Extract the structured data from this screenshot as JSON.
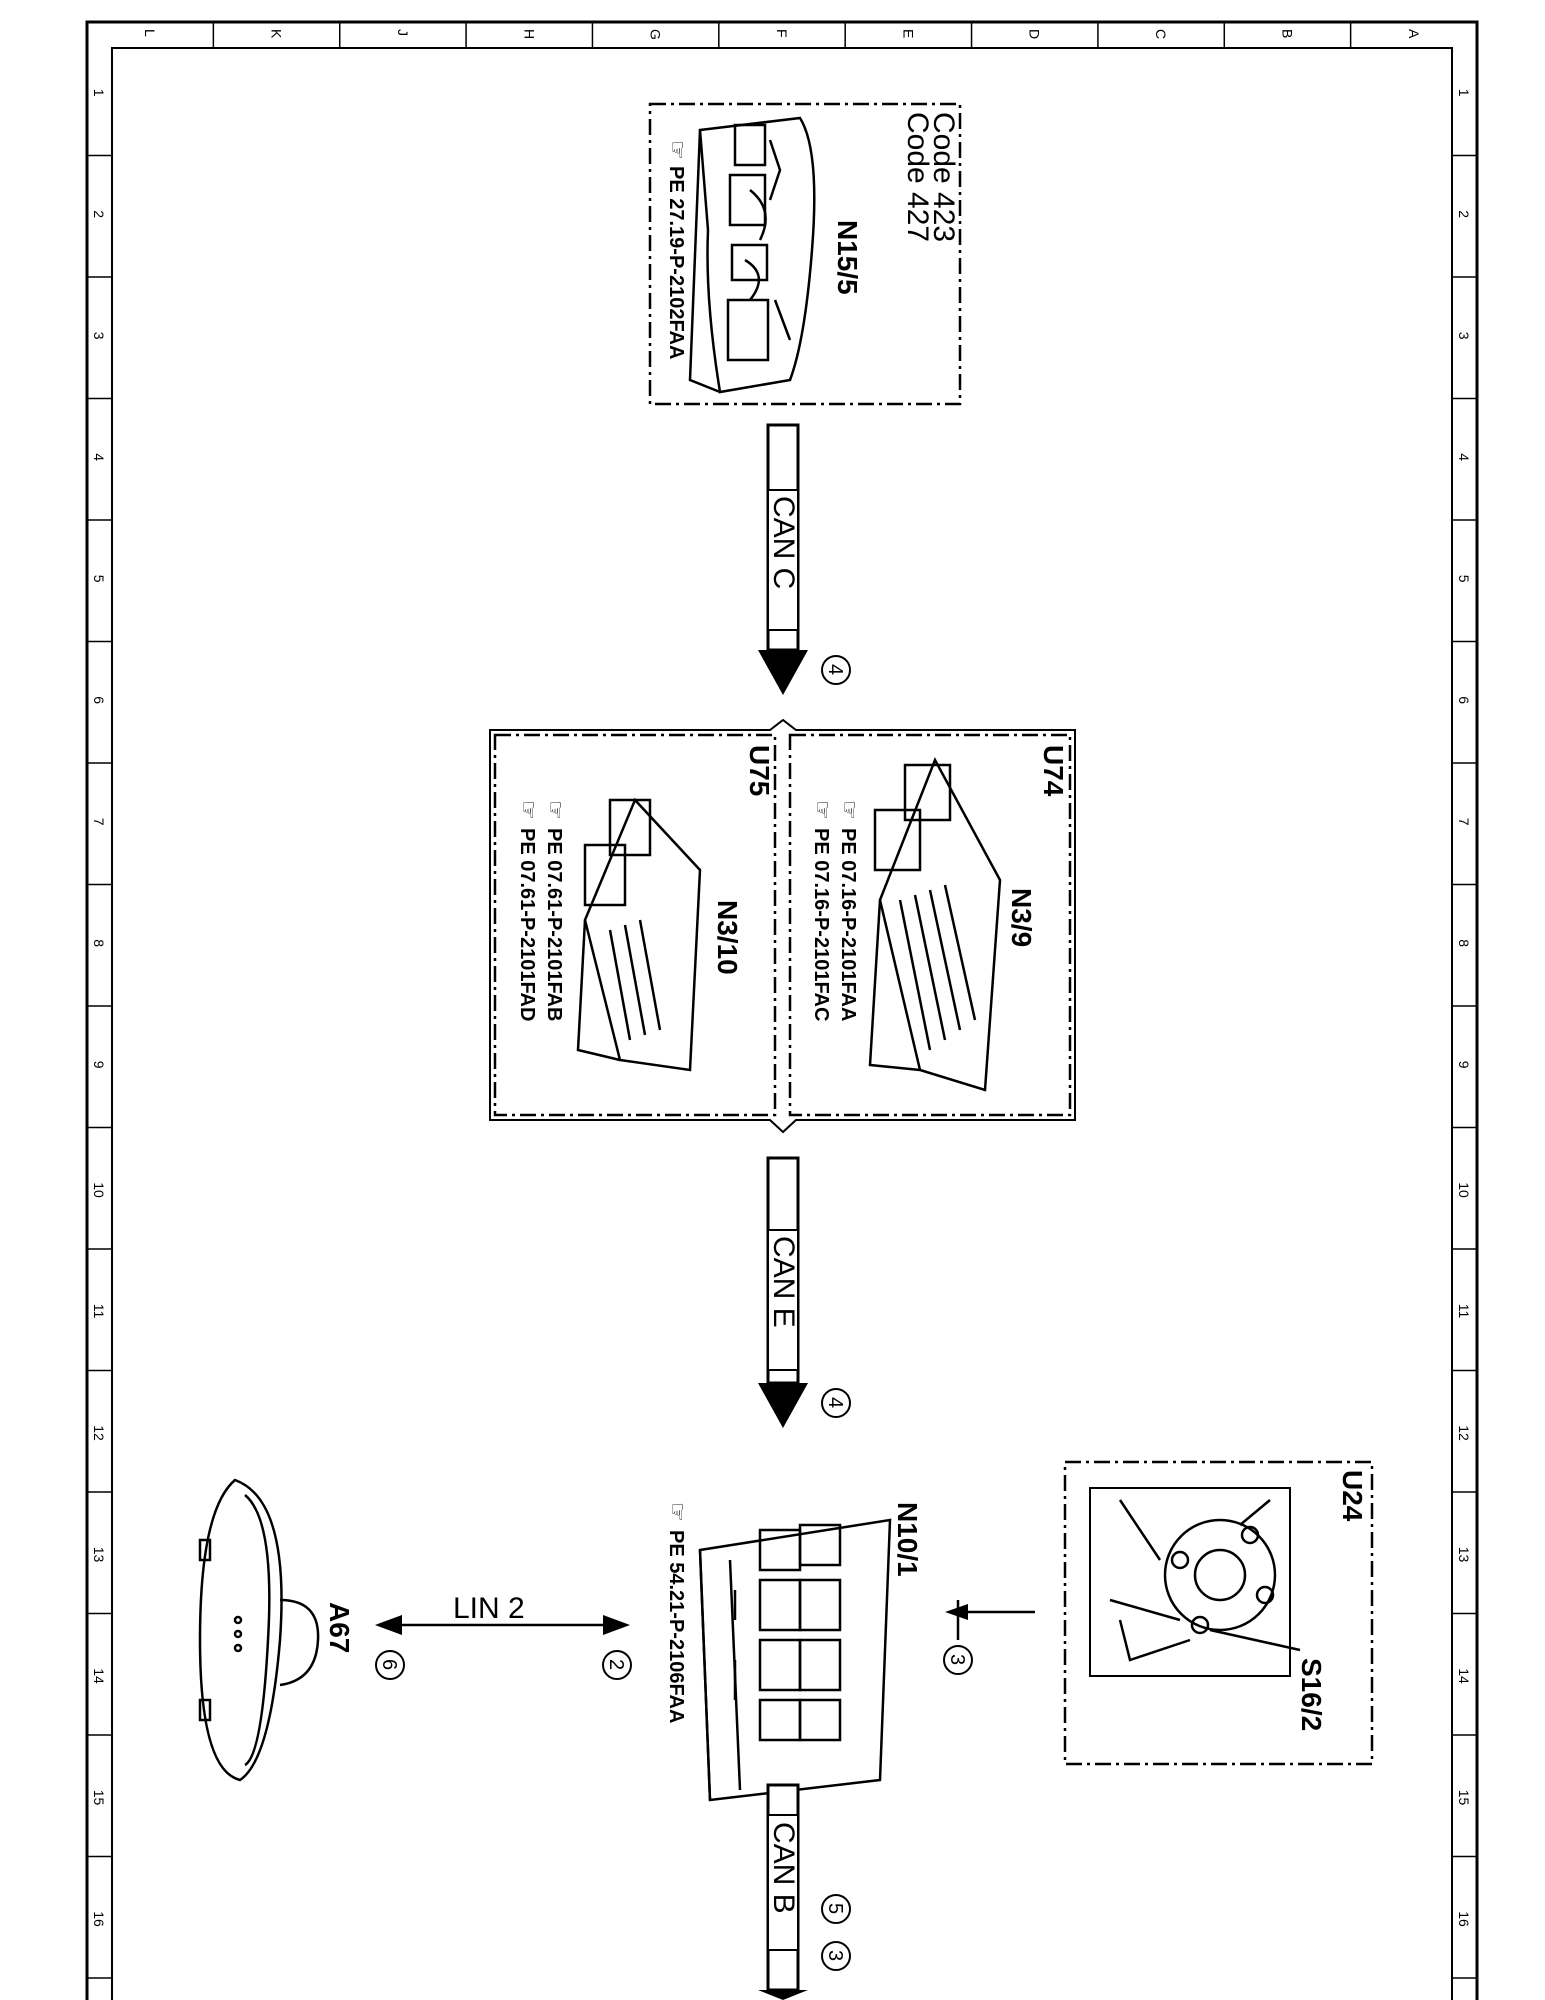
{
  "frame": {
    "columns": [
      "L",
      "K",
      "J",
      "H",
      "G",
      "F",
      "E",
      "D",
      "C",
      "B",
      "A"
    ],
    "rows": [
      "1",
      "2",
      "3",
      "4",
      "5",
      "6",
      "7",
      "8",
      "9",
      "10",
      "11",
      "12",
      "13",
      "14",
      "15",
      "16"
    ]
  },
  "components": {
    "n15_5": {
      "designation": "N15/5",
      "code_line1": "Code 423",
      "code_line2": "Code 427",
      "ref": "PE 27.19-P-2102FAA"
    },
    "u74": {
      "group": "U74",
      "designation": "N3/9",
      "ref1": "PE 07.16-P-2101FAA",
      "ref2": "PE 07.16-P-2101FAC"
    },
    "u75": {
      "group": "U75",
      "designation": "N3/10",
      "ref1": "PE 07.61-P-2101FAB",
      "ref2": "PE 07.61-P-2101FAD"
    },
    "n10_1": {
      "designation": "N10/1",
      "ref": "PE 54.21-P-2106FAA"
    },
    "u24": {
      "group": "U24",
      "designation": "S16/2"
    },
    "a67": {
      "designation": "A67"
    }
  },
  "buses": {
    "can_c": {
      "label": "CAN C",
      "marker": "4"
    },
    "can_e": {
      "label": "CAN E",
      "marker": "4"
    },
    "can_b": {
      "label": "CAN B",
      "markers": [
        "5",
        "3"
      ]
    },
    "lin_2": {
      "label": "LIN 2",
      "marker_left": "6",
      "marker_right": "2"
    },
    "switch_signal": {
      "marker": "3"
    }
  },
  "colors": {
    "line": "#000000",
    "background": "#ffffff"
  }
}
